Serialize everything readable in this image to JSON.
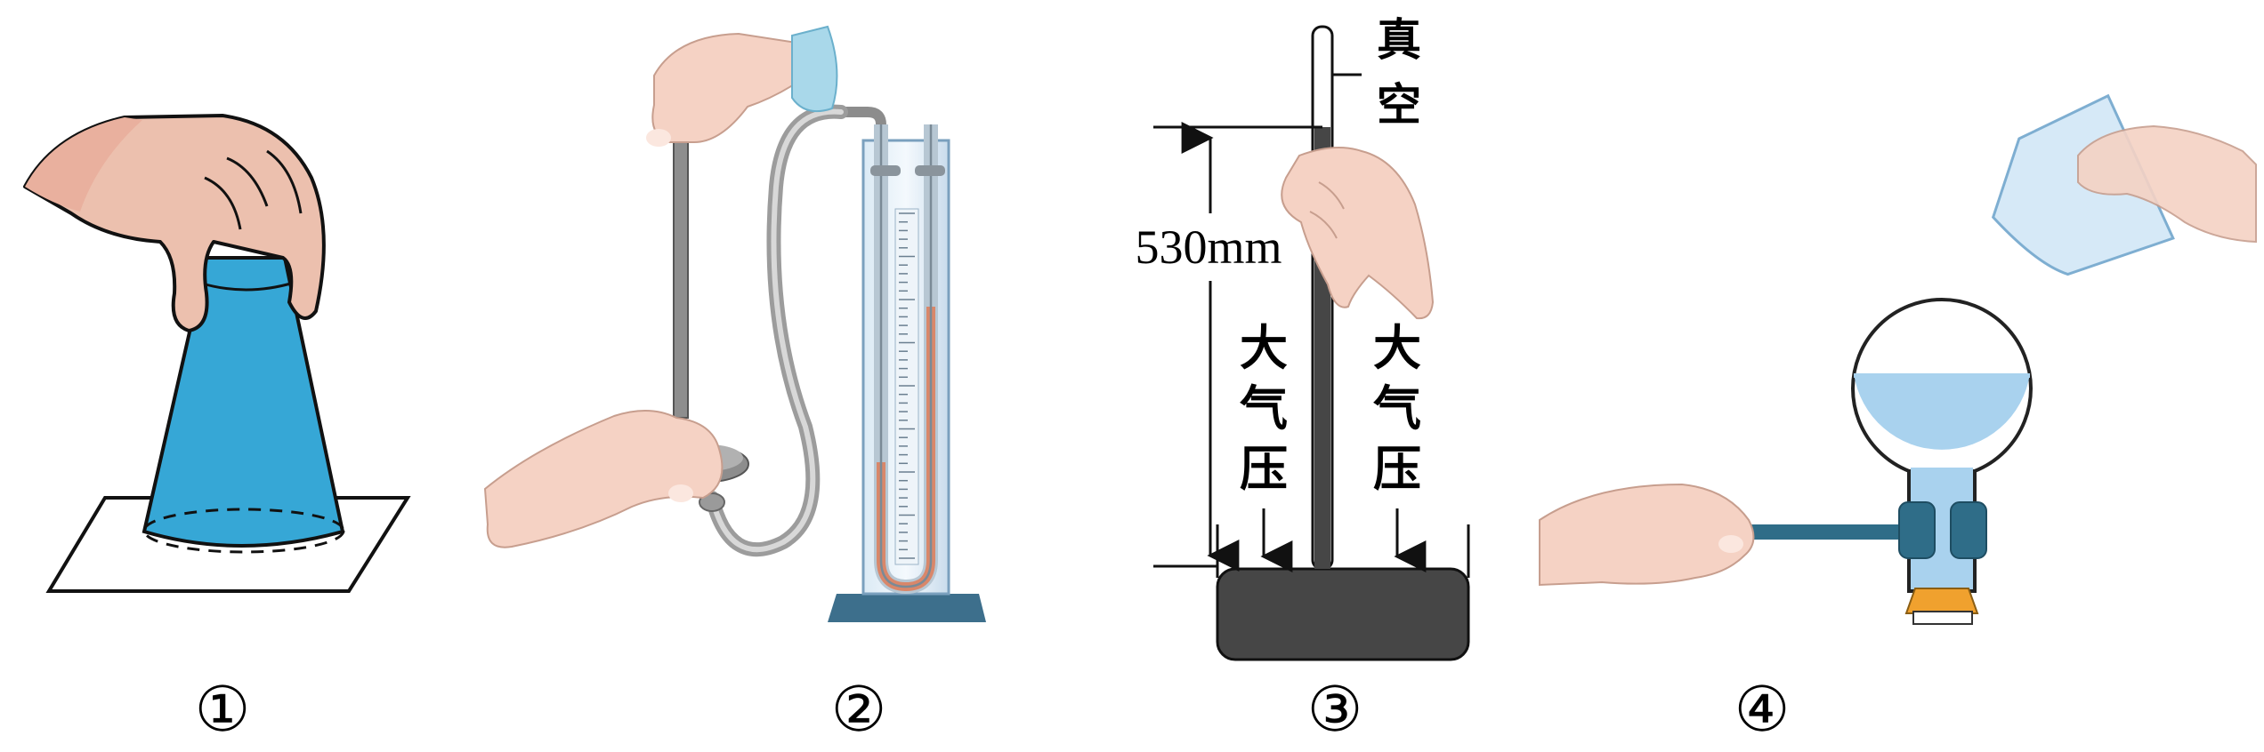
{
  "figures": [
    {
      "number": "①"
    },
    {
      "number": "②"
    },
    {
      "number": "③",
      "height_label": "530mm",
      "vacuum_label": [
        "真",
        "空"
      ],
      "pressure_left": [
        "大",
        "气",
        "压"
      ],
      "pressure_right": [
        "大",
        "气",
        "压"
      ]
    },
    {
      "number": "④"
    }
  ],
  "colors": {
    "cup_blue": "#36a7d6",
    "skin": "#f5d2c4",
    "mercury": "#464646",
    "gauge_liquid": "#d9876a",
    "flask_water": "#a9d2ee",
    "clamp_teal": "#2f6d88",
    "stopper_orange": "#f0a12e"
  },
  "icons": [
    "hand-icon",
    "cup-icon",
    "pressure-gauge-icon",
    "barometer-tube-icon",
    "flask-icon",
    "beaker-icon"
  ]
}
